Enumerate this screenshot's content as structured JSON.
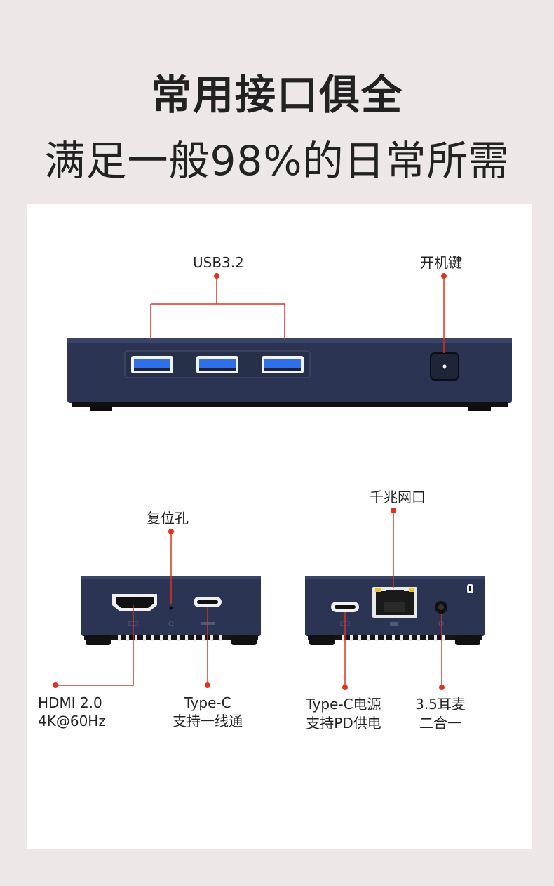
{
  "headline": {
    "line1": "常用接口俱全",
    "line2": "满足一般98%的日常所需"
  },
  "colors": {
    "background": "#ede7e7",
    "panel": "#ffffff",
    "device": "#2b3452",
    "callout": "#e0321e",
    "usb_blue": "#2f6fe8"
  },
  "labels": {
    "usb": "USB3.2",
    "power_button": "开机键",
    "reset": "复位孔",
    "ethernet": "千兆网口",
    "hdmi_line1": "HDMI 2.0",
    "hdmi_line2": "4K@60Hz",
    "typec_line1": "Type-C",
    "typec_line2": "支持一线通",
    "typec_power_line1": "Type-C电源",
    "typec_power_line2": "支持PD供电",
    "audio_line1": "3.5耳麦",
    "audio_line2": "二合一"
  },
  "icons": [
    "usb-port-icon",
    "power-button-icon",
    "hdmi-port-icon",
    "typec-port-icon",
    "ethernet-port-icon",
    "audio-jack-icon",
    "kensington-lock-icon"
  ]
}
